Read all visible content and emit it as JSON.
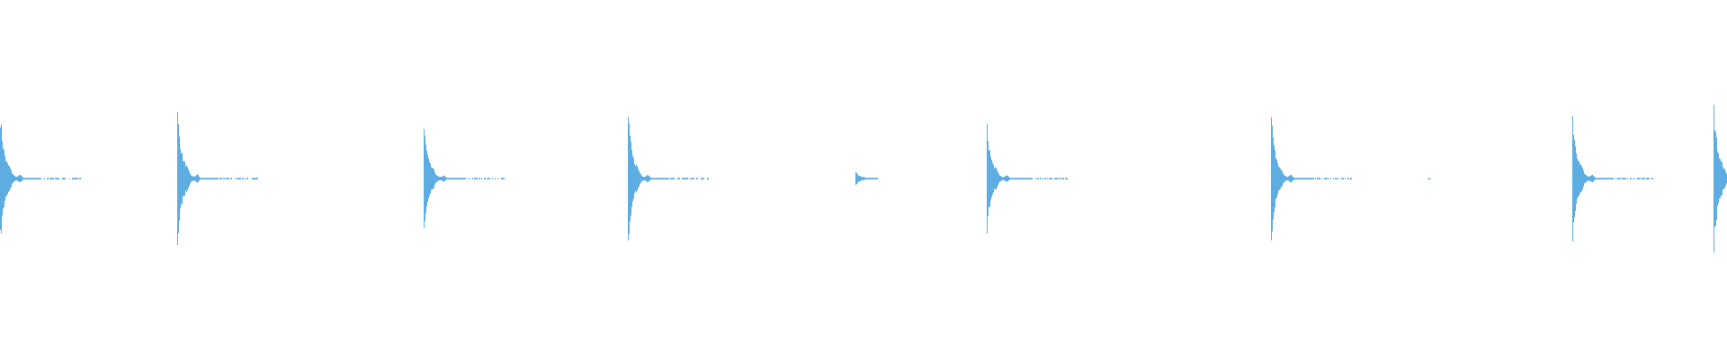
{
  "chart_data": {
    "type": "area",
    "title": "",
    "xlabel": "",
    "ylabel": "",
    "ylim": [
      -1,
      1
    ],
    "grid": false,
    "legend": "none",
    "color": "#5dade2",
    "background": "#ffffff",
    "transients": [
      {
        "peak_amplitude": 0.38
      },
      {
        "peak_amplitude": 0.4
      },
      {
        "peak_amplitude": 0.31
      },
      {
        "peak_amplitude": 0.38
      },
      {
        "peak_amplitude": 0.04
      },
      {
        "peak_amplitude": 0.31
      },
      {
        "peak_amplitude": 0.37
      },
      {
        "peak_amplitude": 0.38
      },
      {
        "peak_amplitude": 0.43
      }
    ]
  }
}
